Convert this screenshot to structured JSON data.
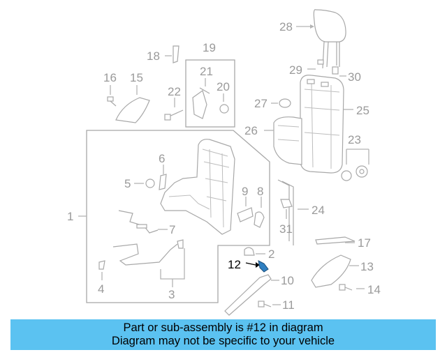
{
  "diagram": {
    "callouts": [
      "1",
      "2",
      "3",
      "4",
      "5",
      "6",
      "7",
      "8",
      "9",
      "10",
      "11",
      "12",
      "13",
      "14",
      "15",
      "16",
      "17",
      "18",
      "19",
      "20",
      "21",
      "22",
      "23",
      "24",
      "25",
      "26",
      "27",
      "28",
      "29",
      "30",
      "31"
    ],
    "highlighted": "12",
    "colors": {
      "callout": "#9a9a9a",
      "highlight": "#000000",
      "line": "#b3b3b3",
      "highlight_part": "#2f7fc1"
    }
  },
  "caption": {
    "line1": "Part or sub-assembly is #12 in diagram",
    "line2": "Diagram may not be specific to your vehicle",
    "background": "#5bc2f1"
  }
}
